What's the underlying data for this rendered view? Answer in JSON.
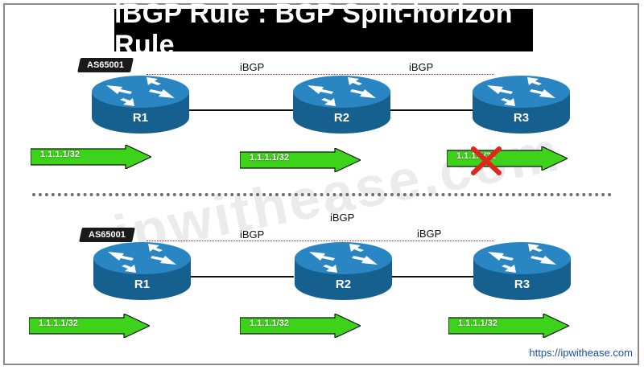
{
  "title": "iBGP Rule : BGP Split-horizon Rule",
  "watermark": "ipwithease.com",
  "url": "https://ipwithease.com",
  "colors": {
    "router": "#1f74ad",
    "arrow": "#3cd31a",
    "ibgp_link": "#b01818",
    "x_mark": "#e0261b"
  },
  "top": {
    "as_label": "AS65001",
    "ibgp_labels": [
      "iBGP",
      "iBGP"
    ],
    "routers": [
      "R1",
      "R2",
      "R3"
    ],
    "prefixes": [
      "1.1.1.1/32",
      "1.1.1.1/32",
      "1.1.1.1/32"
    ]
  },
  "bottom": {
    "as_label": "AS65001",
    "ibgp_labels": [
      "iBGP",
      "iBGP",
      "iBGP"
    ],
    "routers": [
      "R1",
      "R2",
      "R3"
    ],
    "prefixes": [
      "1.1.1.1/32",
      "1.1.1.1/32",
      "1.1.1.1/32"
    ]
  }
}
